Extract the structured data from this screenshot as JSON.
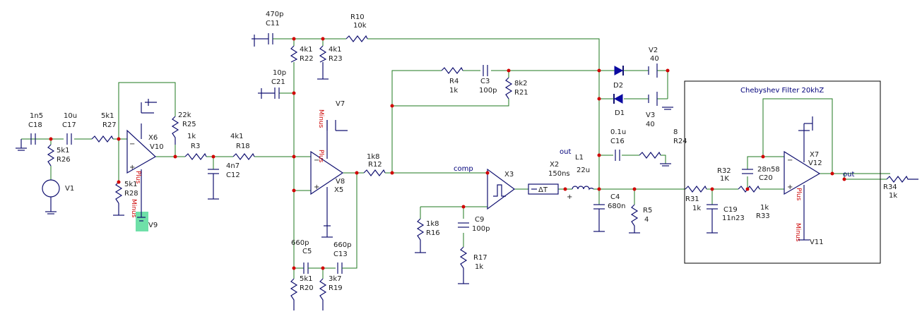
{
  "schematic": {
    "labels": {
      "c18": [
        "1n5",
        "C18"
      ],
      "c17": [
        "10u",
        "C17"
      ],
      "r27": [
        "5k1",
        "R27"
      ],
      "r26": [
        "5k1",
        "R26"
      ],
      "v1": "V1",
      "x6": [
        "X6",
        "V10"
      ],
      "r28": [
        "5k1",
        "R28"
      ],
      "v9": "V9",
      "r25": [
        "22k",
        "R25"
      ],
      "r3": [
        "1k",
        "R3"
      ],
      "c12": [
        "4n7",
        "C12"
      ],
      "r18": [
        "4k1",
        "R18"
      ],
      "c11": [
        "470p",
        "C11"
      ],
      "r22": [
        "4k1",
        "R22"
      ],
      "r23": [
        "4k1",
        "R23"
      ],
      "c21": [
        "10p",
        "C21"
      ],
      "r10": [
        "R10",
        "10k"
      ],
      "v7": "V7",
      "x5": [
        "V8",
        "X5"
      ],
      "r12": [
        "1k8",
        "R12"
      ],
      "c5": [
        "660p",
        "C5"
      ],
      "c13": [
        "660p",
        "C13"
      ],
      "r20": [
        "5k1",
        "R20"
      ],
      "r19": [
        "3k7",
        "R19"
      ],
      "r4": [
        "R4",
        "1k"
      ],
      "c3": [
        "C3",
        "100p"
      ],
      "r21": [
        "8k2",
        "R21"
      ],
      "comp": "comp",
      "x3": "X3",
      "r16": [
        "1k8",
        "R16"
      ],
      "c9": [
        "C9",
        "100p"
      ],
      "r17": [
        "R17",
        "1k"
      ],
      "x2": [
        "X2",
        "150ns"
      ],
      "out1": "out",
      "l1": [
        "L1",
        "22u"
      ],
      "c16": [
        "0.1u",
        "C16"
      ],
      "r24": [
        "8",
        "R24"
      ],
      "d2": "D2",
      "d1": "D1",
      "v2": [
        "V2",
        "40"
      ],
      "v3": [
        "V3",
        "40"
      ],
      "c4": [
        "C4",
        "680n"
      ],
      "r5": [
        "R5",
        "4"
      ],
      "filter_title": "Chebyshev Filter 20khZ",
      "r31": [
        "R31",
        "1k"
      ],
      "r32": [
        "R32",
        "1K"
      ],
      "c20": [
        "28n58",
        "C20"
      ],
      "c19": [
        "C19",
        "11n23"
      ],
      "r33": [
        "1k",
        "R33"
      ],
      "x7": [
        "X7",
        "V12"
      ],
      "v11": "V11",
      "out2": "out",
      "r34": [
        "R34",
        "1k"
      ],
      "plus": "Plus",
      "minus": "Minus",
      "delta_t": "ΔT"
    }
  },
  "colors": {
    "wire": "#1f7a1f",
    "component": "#101070",
    "node": "#d00000",
    "power_label": "#cc0000",
    "selection": "#6fe0a8"
  }
}
